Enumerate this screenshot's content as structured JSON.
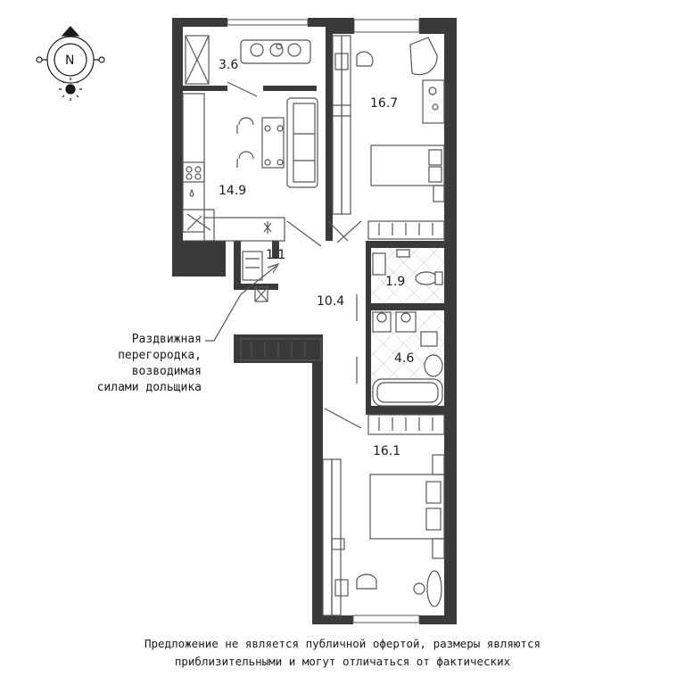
{
  "compass": {
    "label": "N",
    "icons": [
      "north-arrow-icon",
      "sun-icon"
    ]
  },
  "rooms": [
    {
      "id": "balcony",
      "area": "3.6"
    },
    {
      "id": "bedroom-top",
      "area": "16.7"
    },
    {
      "id": "kitchen-living",
      "area": "14.9"
    },
    {
      "id": "storage",
      "area": "1.1"
    },
    {
      "id": "hall",
      "area": "10.4"
    },
    {
      "id": "toilet",
      "area": "1.9"
    },
    {
      "id": "bathroom",
      "area": "4.6"
    },
    {
      "id": "bedroom-bottom",
      "area": "16.1"
    }
  ],
  "partition_note": {
    "lines": [
      "Раздвижная",
      "перегородка,",
      "возводимая",
      "силами дольщика"
    ]
  },
  "disclaimer": {
    "lines": [
      "Предложение не является публичной офертой, размеры являются",
      "приблизительными и могут отличаться от фактических"
    ]
  },
  "colors": {
    "wall": "#3a3a3a",
    "tile": "#d9d9d9",
    "line": "#555555"
  }
}
